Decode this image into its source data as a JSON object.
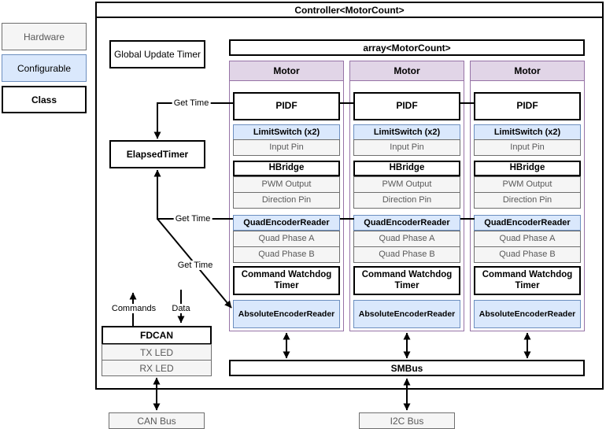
{
  "legend": {
    "items": [
      {
        "label": "Hardware",
        "type": "hardware"
      },
      {
        "label": "Configurable",
        "type": "configurable"
      },
      {
        "label": "Class",
        "type": "class"
      }
    ]
  },
  "controller": {
    "title": "Controller<MotorCount>",
    "global_update_timer": "Global Update Timer",
    "elapsed_timer": "ElapsedTimer",
    "array": {
      "title": "array<MotorCount>",
      "columns": [
        {
          "header": "Motor",
          "rows": {
            "pidf": "PIDF",
            "limit_switch": "LimitSwitch (x2)",
            "input_pin": "Input Pin",
            "hbridge": "HBridge",
            "pwm_output": "PWM Output",
            "direction_pin": "Direction Pin",
            "quad_encoder_reader": "QuadEncoderReader",
            "quad_phase_a": "Quad Phase A",
            "quad_phase_b": "Quad Phase B",
            "command_watchdog": "Command Watchdog Timer",
            "absolute_encoder": "AbsoluteEncoderReader"
          }
        },
        {
          "header": "Motor",
          "rows": {
            "pidf": "PIDF",
            "limit_switch": "LimitSwitch (x2)",
            "input_pin": "Input Pin",
            "hbridge": "HBridge",
            "pwm_output": "PWM Output",
            "direction_pin": "Direction Pin",
            "quad_encoder_reader": "QuadEncoderReader",
            "quad_phase_a": "Quad Phase A",
            "quad_phase_b": "Quad Phase B",
            "command_watchdog": "Command Watchdog Timer",
            "absolute_encoder": "AbsoluteEncoderReader"
          }
        },
        {
          "header": "Motor",
          "rows": {
            "pidf": "PIDF",
            "limit_switch": "LimitSwitch (x2)",
            "input_pin": "Input Pin",
            "hbridge": "HBridge",
            "pwm_output": "PWM Output",
            "direction_pin": "Direction Pin",
            "quad_encoder_reader": "QuadEncoderReader",
            "quad_phase_a": "Quad Phase A",
            "quad_phase_b": "Quad Phase B",
            "command_watchdog": "Command Watchdog Timer",
            "absolute_encoder": "AbsoluteEncoderReader"
          }
        }
      ]
    },
    "connections": {
      "get_time_pidf": "Get Time",
      "get_time_quad": "Get Time",
      "get_time_abs": "Get Time",
      "commands": "Commands",
      "data": "Data"
    },
    "fdcan": {
      "title": "FDCAN",
      "tx_led": "TX LED",
      "rx_led": "RX LED"
    },
    "smbus": "SMBus"
  },
  "external": {
    "can_bus": "CAN Bus",
    "i2c_bus": "I2C Bus"
  },
  "colors": {
    "class_stroke": "#000000",
    "hardware_fill": "#F5F5F5",
    "hardware_stroke": "#6E6E6E",
    "hardware_text": "#595959",
    "configurable_fill": "#DAE8FC",
    "configurable_stroke": "#6C8EBF",
    "motor_fill": "#E1D5E7",
    "motor_stroke": "#9673A6"
  }
}
